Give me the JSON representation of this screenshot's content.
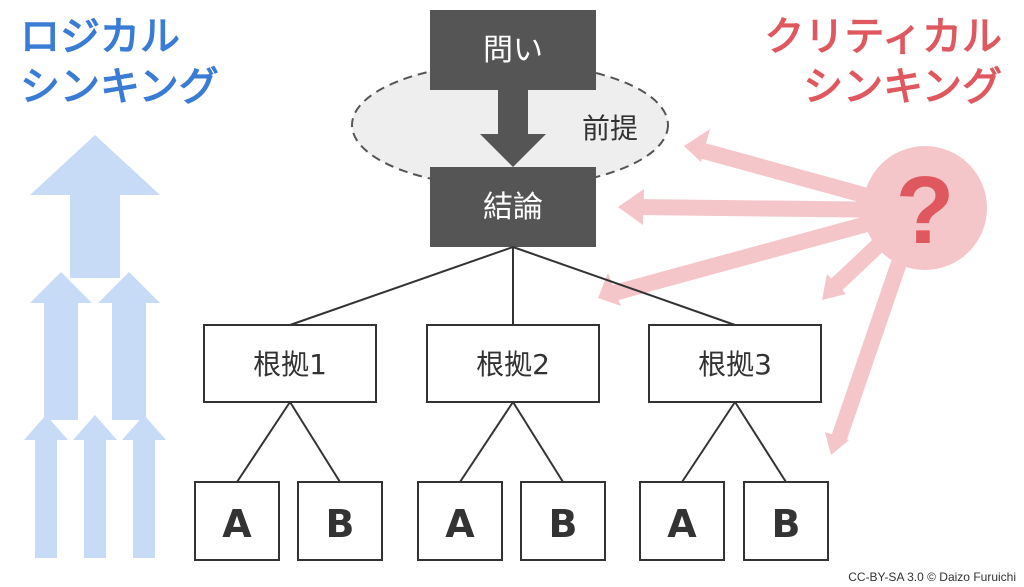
{
  "headings": {
    "left_line1": "ロジカル",
    "left_line2": "シンキング",
    "right_line1": "クリティカル",
    "right_line2": "シンキング"
  },
  "nodes": {
    "question": "問い",
    "premise": "前提",
    "conclusion": "結論",
    "question_mark": "?"
  },
  "reasons": [
    {
      "label": "根拠1",
      "evidence": [
        "A",
        "B"
      ]
    },
    {
      "label": "根拠2",
      "evidence": [
        "A",
        "B"
      ]
    },
    {
      "label": "根拠3",
      "evidence": [
        "A",
        "B"
      ]
    }
  ],
  "credit": "CC-BY-SA 3.0 © Daizo Furuichi",
  "colors": {
    "logical_blue": "#3a7bd5",
    "logical_arrow": "#c7dbf7",
    "critical_red": "#e0585f",
    "critical_arrow": "#f4c6ca",
    "dark_box": "#555555",
    "premise_fill": "#eeeeee",
    "line": "#333333"
  }
}
